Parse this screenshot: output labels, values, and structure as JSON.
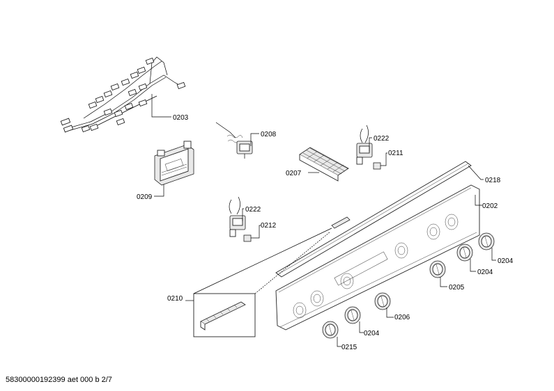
{
  "labels": {
    "l0203": "0203",
    "l0208": "0208",
    "l0222a": "0222",
    "l0211": "0211",
    "l0207": "0207",
    "l0209": "0209",
    "l0218": "0218",
    "l0202": "0202",
    "l0222b": "0222",
    "l0212": "0212",
    "l0204a": "0204",
    "l0204b": "0204",
    "l0205": "0205",
    "l0210": "0210",
    "l0206": "0206",
    "l0204c": "0204",
    "l0215": "0215"
  },
  "footer": "58300000192399 aet 000 b 2/7"
}
